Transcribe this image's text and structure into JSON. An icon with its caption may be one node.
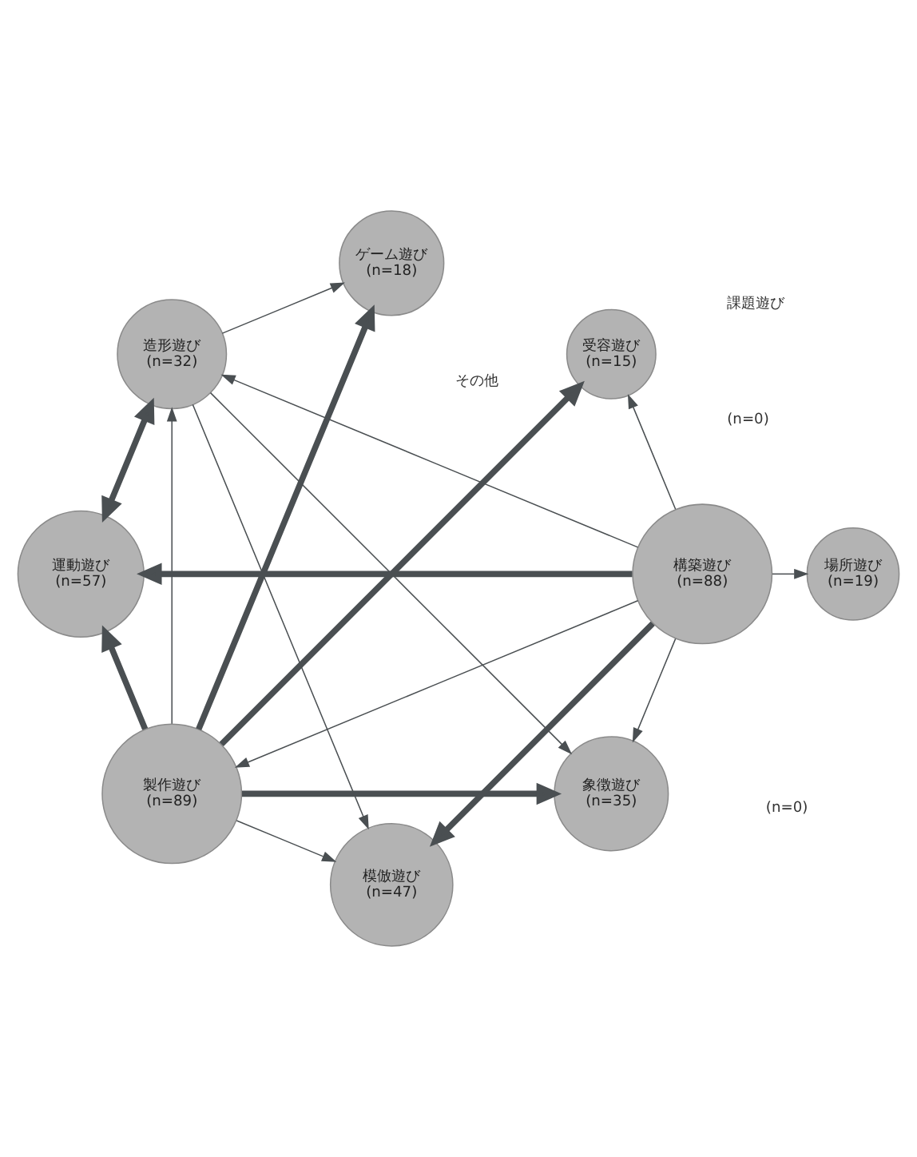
{
  "diagram": {
    "nodes": [
      {
        "text": [
          "製作遊び",
          "(n=89)"
        ]
      },
      {
        "text": [
          "造形遊び",
          "(n=32)"
        ]
      },
      {
        "text": [
          "模倣遊び",
          "(n=47)"
        ]
      },
      {
        "text": [
          "受容遊び",
          "(n=15)"
        ]
      },
      {
        "text": [
          "象徴遊び",
          "(n=35)"
        ]
      },
      {
        "text": [
          "ゲーム遊び",
          "(n=18)"
        ]
      },
      {
        "text": [
          "構築遊び",
          "(n=88)"
        ]
      },
      {
        "text": [
          "場所遊び",
          "(n=19)"
        ]
      },
      {
        "text": [
          "運動遊び",
          "(n=57)"
        ]
      }
    ],
    "edges": [
      {
        "from": 0,
        "to": 1,
        "arrow": "to"
      },
      {
        "from": 0,
        "to": 2,
        "arrow": "to"
      },
      {
        "from": 0,
        "to": 3,
        "arrow": "to",
        "style": "thick"
      },
      {
        "from": 0,
        "to": 4,
        "arrow": "to",
        "style": "thick"
      },
      {
        "from": 0,
        "to": 5,
        "arrow": "to",
        "style": "thick"
      },
      {
        "from": 0,
        "to": 8,
        "arrow": "to",
        "style": "thick"
      },
      {
        "from": 1,
        "to": 2,
        "arrow": "to"
      },
      {
        "from": 1,
        "to": 4,
        "arrow": "to"
      },
      {
        "from": 1,
        "to": 5,
        "arrow": "to"
      },
      {
        "from": 1,
        "to": 8,
        "arrow": "both",
        "style": "thick"
      },
      {
        "from": 6,
        "to": 0,
        "arrow": "to"
      },
      {
        "from": 6,
        "to": 1,
        "arrow": "to"
      },
      {
        "from": 6,
        "to": 2,
        "arrow": "to",
        "style": "thick"
      },
      {
        "from": 6,
        "to": 3,
        "arrow": "to"
      },
      {
        "from": 6,
        "to": 4,
        "arrow": "to"
      },
      {
        "from": 6,
        "to": 7,
        "arrow": "to"
      },
      {
        "from": 6,
        "to": 8,
        "arrow": "to",
        "style": "thick"
      }
    ],
    "labels": [
      "その他",
      "(n=0)",
      "課題遊び",
      "(n=0)"
    ]
  }
}
